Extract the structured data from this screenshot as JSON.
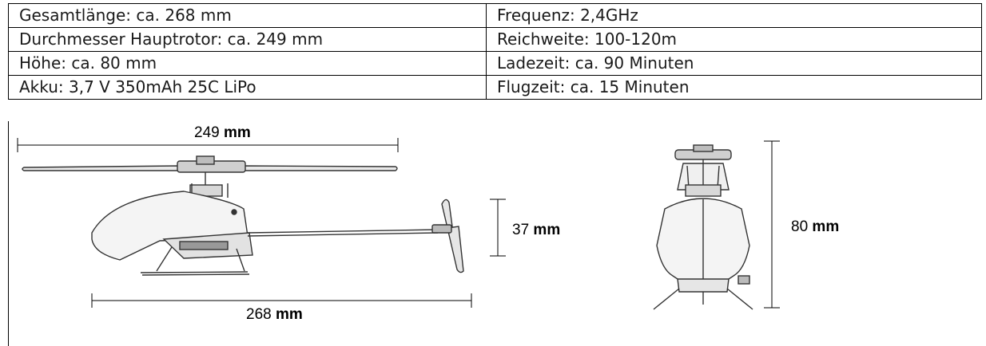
{
  "specs": {
    "rows": [
      {
        "left": "Gesamtlänge: ca. 268 mm",
        "right": "Frequenz: 2,4GHz"
      },
      {
        "left": "Durchmesser Hauptrotor: ca. 249 mm",
        "right": "Reichweite: 100-120m"
      },
      {
        "left": "Höhe: ca. 80 mm",
        "right": "Ladezeit: ca. 90 Minuten"
      },
      {
        "left": "Akku: 3,7 V 350mAh 25C LiPo",
        "right": "Flugzeit: ca. 15 Minuten"
      }
    ]
  },
  "dimensions": {
    "rotor_diameter": {
      "value": "249",
      "unit": "mm"
    },
    "length": {
      "value": "268",
      "unit": "mm"
    },
    "tail_height": {
      "value": "37",
      "unit": "mm"
    },
    "height": {
      "value": "80",
      "unit": "mm"
    }
  }
}
